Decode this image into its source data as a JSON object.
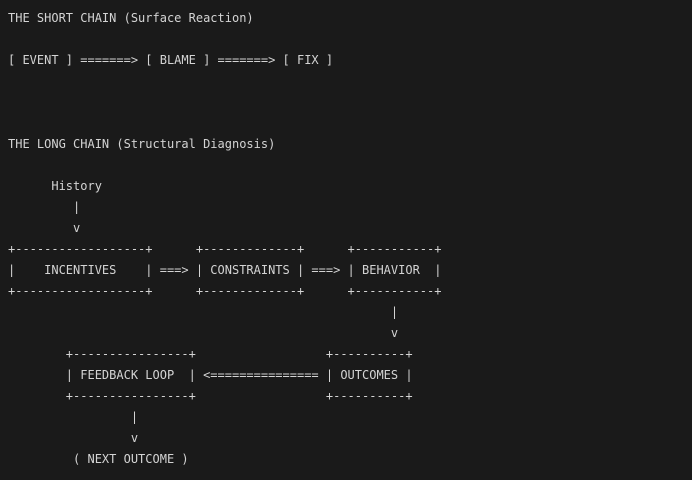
{
  "theme": {
    "background": "#1a1a1a",
    "foreground": "#d4d4d4"
  },
  "short_chain": {
    "title": "THE SHORT CHAIN (Surface Reaction)",
    "diagram": "[ EVENT ] =======> [ BLAME ] =======> [ FIX ]",
    "nodes": [
      "EVENT",
      "BLAME",
      "FIX"
    ]
  },
  "long_chain": {
    "title": "THE LONG CHAIN (Structural Diagnosis)",
    "nodes": [
      "History",
      "INCENTIVES",
      "CONSTRAINTS",
      "BEHAVIOR",
      "OUTCOMES",
      "FEEDBACK LOOP",
      "NEXT OUTCOME"
    ],
    "lines": [
      "      History",
      "         |",
      "         v",
      "+------------------+      +-------------+      +-----------+",
      "|    INCENTIVES    | ===> | CONSTRAINTS | ===> | BEHAVIOR  |",
      "+------------------+      +-------------+      +-----------+",
      "                                                     |",
      "                                                     v",
      "        +----------------+                  +----------+",
      "        | FEEDBACK LOOP  | <=============== | OUTCOMES |",
      "        +----------------+                  +----------+",
      "                 |",
      "                 v",
      "         ( NEXT OUTCOME )"
    ]
  }
}
